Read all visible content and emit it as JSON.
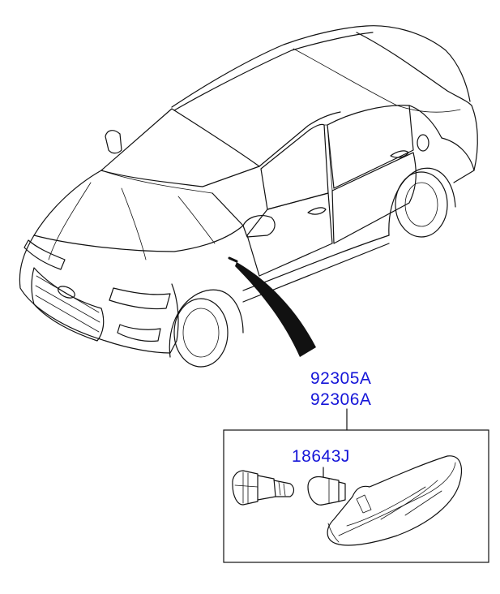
{
  "diagram": {
    "background": "#ffffff",
    "label_color": "#1515d8",
    "line_color": "#111111",
    "parts": [
      {
        "number": "92305A"
      },
      {
        "number": "92306A"
      },
      {
        "number": "18643J"
      }
    ]
  }
}
